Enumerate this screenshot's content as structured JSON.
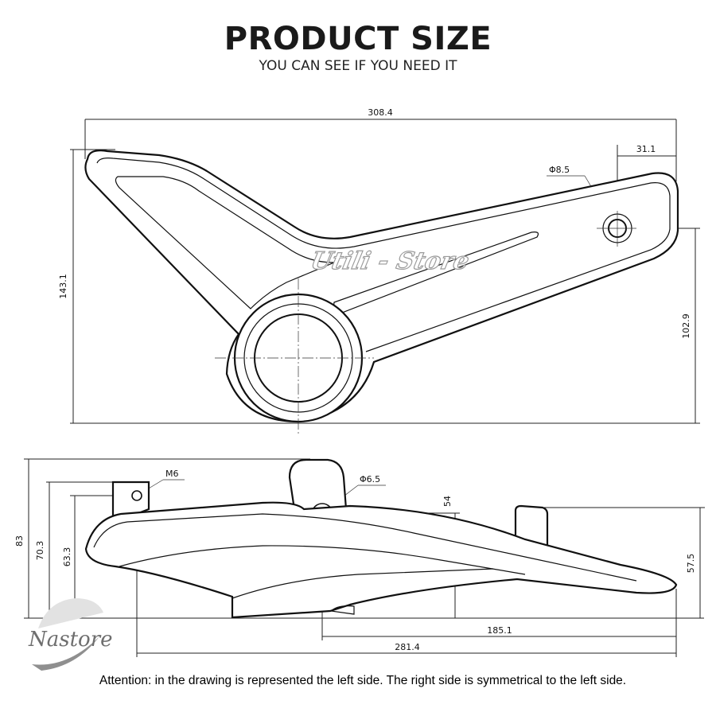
{
  "header": {
    "title": "PRODUCT SIZE",
    "subtitle": "YOU CAN SEE IF YOU NEED IT"
  },
  "top_view": {
    "width": "308.4",
    "height": "143.1",
    "hole_offset": "31.1",
    "hole_diameter": "Φ8.5",
    "hole_height": "102.9"
  },
  "side_view": {
    "overall_height": "83",
    "height_a": "70.3",
    "height_b": "63.3",
    "bolt": "M6",
    "pin_diameter": "Φ6.5",
    "pin_height": "54",
    "tab_height": "57.5",
    "length_short": "185.1",
    "length_long": "281.4"
  },
  "watermark": "Utili - Store",
  "logo": "Nastore",
  "footer": {
    "attention": "Attention: in the drawing is represented the left side. The right side is symmetrical to the left side."
  },
  "colors": {
    "line": "#111111",
    "background": "#ffffff",
    "logo": "#6e6e6e"
  }
}
